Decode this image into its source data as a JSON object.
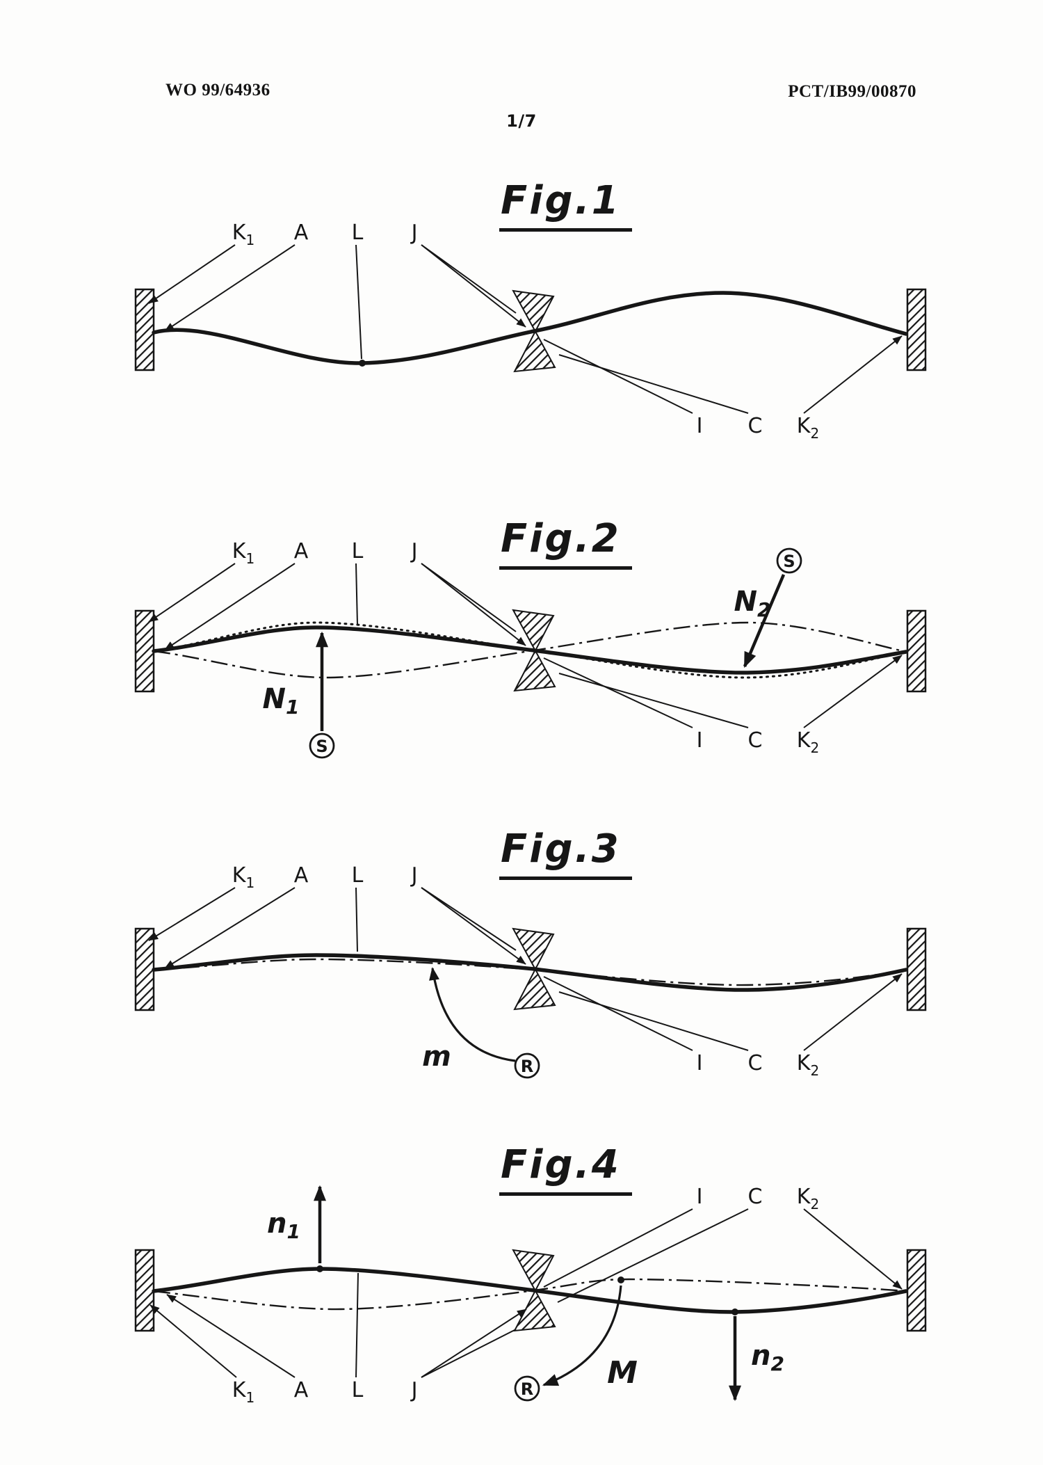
{
  "header": {
    "doc_number": "WO 99/64936",
    "pct_number": "PCT/IB99/00870",
    "page_number": "1/7"
  },
  "points": {
    "k1": "K",
    "k1_sub": "1",
    "a": "A",
    "l": "L",
    "j": "J",
    "i": "I",
    "c": "C",
    "k2": "K",
    "k2_sub": "2"
  },
  "figures": {
    "fig1": {
      "title": "Fig.1"
    },
    "fig2": {
      "title": "Fig.2",
      "s": "S",
      "n1": "N",
      "n1_sub": "1",
      "n2": "N",
      "n2_sub": "2"
    },
    "fig3": {
      "title": "Fig.3",
      "m": "m",
      "r": "R"
    },
    "fig4": {
      "title": "Fig.4",
      "m": "M",
      "r": "R",
      "n1": "n",
      "n1_sub": "1",
      "n2": "n",
      "n2_sub": "2"
    }
  }
}
